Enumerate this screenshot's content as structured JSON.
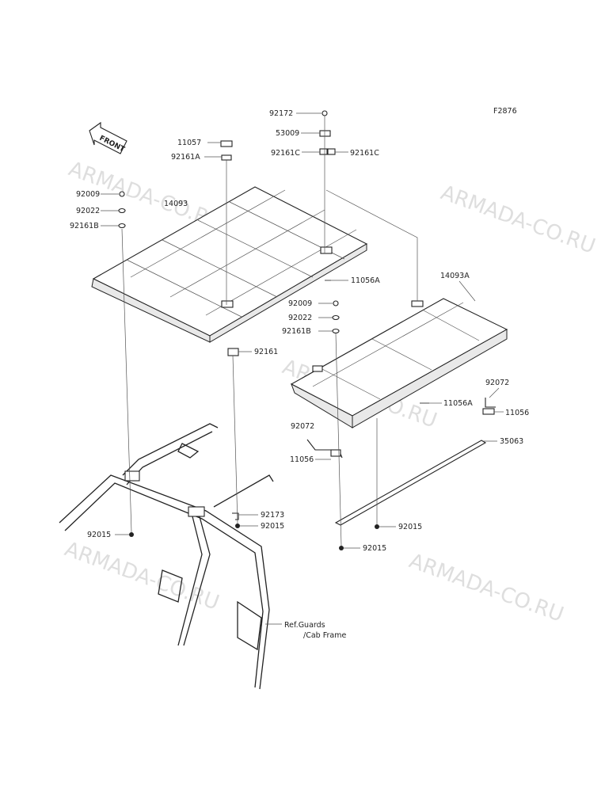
{
  "figure_code": "F2876",
  "front_label": "FRONT",
  "watermark": "ARMADA-CO.RU",
  "ref_note": [
    "Ref.Guards",
    "/Cab Frame"
  ],
  "part_labels": [
    {
      "id": "92172"
    },
    {
      "id": "53009"
    },
    {
      "id": "92161C"
    },
    {
      "id": "92161C"
    },
    {
      "id": "11057"
    },
    {
      "id": "92161A"
    },
    {
      "id": "14093"
    },
    {
      "id": "92009"
    },
    {
      "id": "92022"
    },
    {
      "id": "92161B"
    },
    {
      "id": "11056A"
    },
    {
      "id": "14093A"
    },
    {
      "id": "92009"
    },
    {
      "id": "92022"
    },
    {
      "id": "92161B"
    },
    {
      "id": "92161"
    },
    {
      "id": "92072"
    },
    {
      "id": "11056A"
    },
    {
      "id": "11056"
    },
    {
      "id": "92072"
    },
    {
      "id": "11056"
    },
    {
      "id": "35063"
    },
    {
      "id": "92173"
    },
    {
      "id": "92015"
    },
    {
      "id": "92015"
    },
    {
      "id": "92015"
    },
    {
      "id": "92015"
    }
  ]
}
